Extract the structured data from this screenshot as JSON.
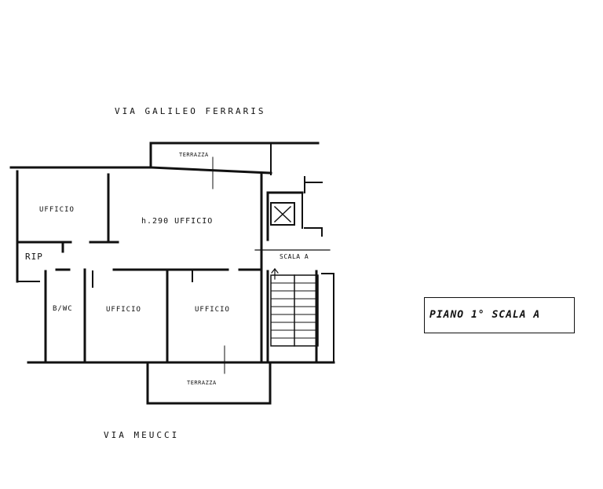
{
  "streets": {
    "north": "VIA  GALILEO  FERRARIS",
    "south": "VIA  MEUCCI"
  },
  "rooms": {
    "ufficio_nw": "UFFICIO",
    "ufficio_main": "h.290  UFFICIO",
    "rip": "RIP",
    "wc": "B/WC",
    "ufficio_sw": "UFFICIO",
    "ufficio_se": "UFFICIO"
  },
  "terraces": {
    "north": "TERRAZZA",
    "south": "TERRAZZA"
  },
  "stair": {
    "label": "SCALA A"
  },
  "title": {
    "text": "PIANO  1°  SCALA A"
  }
}
